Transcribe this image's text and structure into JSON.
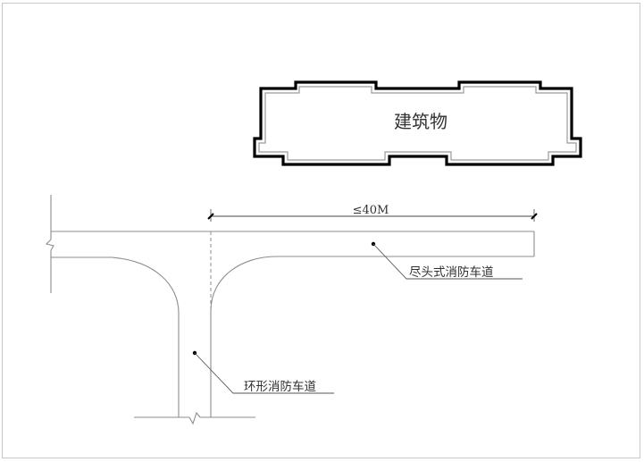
{
  "diagram": {
    "building": {
      "label": "建筑物"
    },
    "dimension": {
      "label": "≤40M"
    },
    "dead_end_road": {
      "label": "尽头式消防车道"
    },
    "ring_road": {
      "label": "环形消防车道"
    }
  },
  "colors": {
    "building_outline": "#000000",
    "building_inner": "#9a9a9a",
    "road_lines": "#8c8c8c",
    "text": "#333333",
    "frame": "#c8c8c8"
  }
}
